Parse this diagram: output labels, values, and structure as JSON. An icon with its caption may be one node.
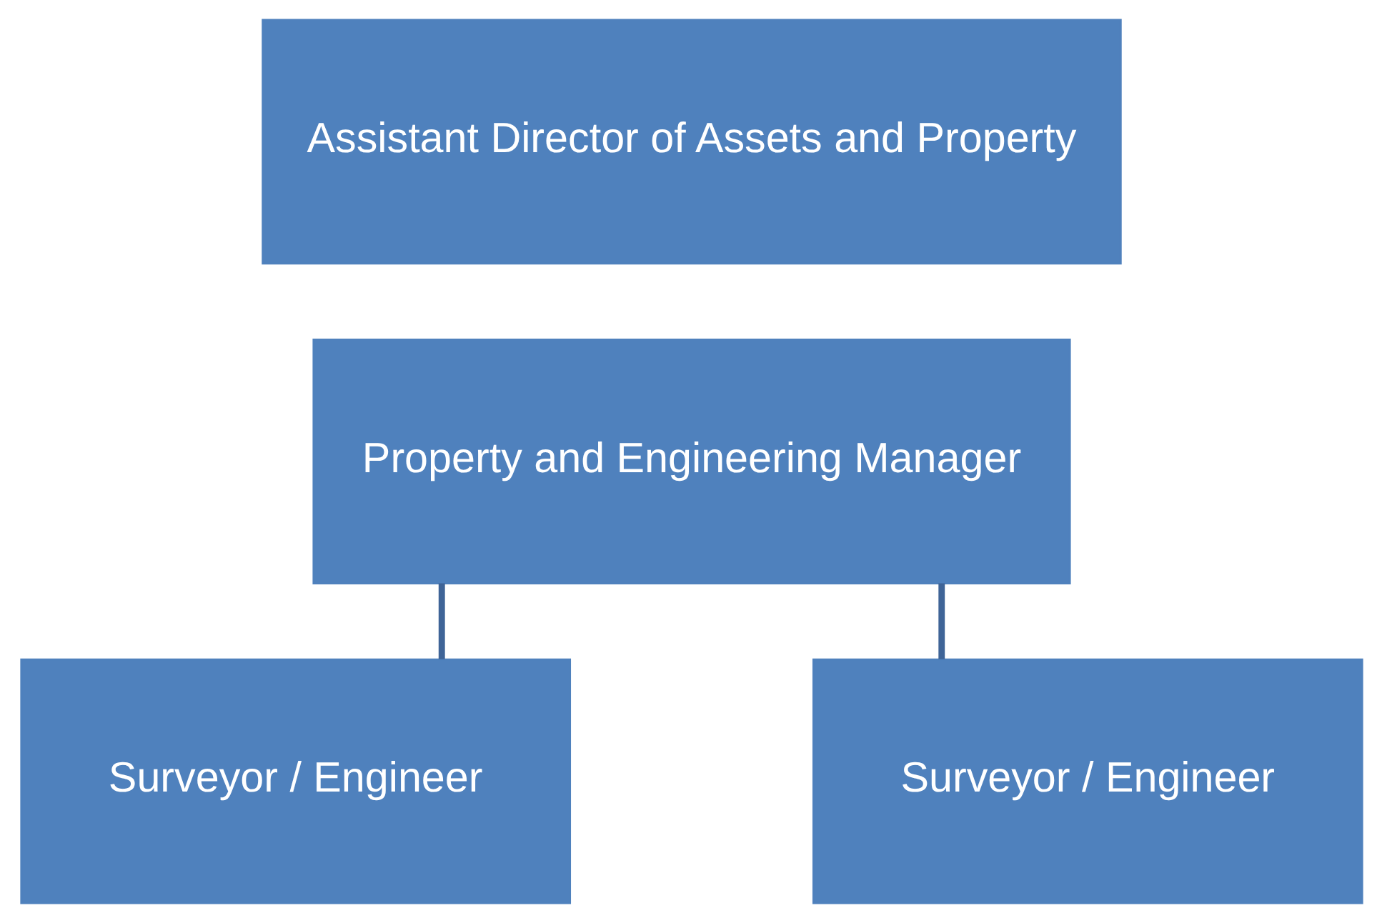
{
  "diagram": {
    "nodes": [
      {
        "text": [
          "Assistant Director of Assets and Property"
        ]
      },
      {
        "text": [
          "Property and Engineering Manager"
        ]
      },
      {
        "text": [
          "Surveyor / Engineer"
        ]
      },
      {
        "text": [
          "Surveyor / Engineer"
        ]
      }
    ],
    "edges": [
      {
        "from": 1,
        "to": 2,
        "arrow": "none"
      },
      {
        "from": 1,
        "to": 3,
        "arrow": "none"
      }
    ]
  }
}
